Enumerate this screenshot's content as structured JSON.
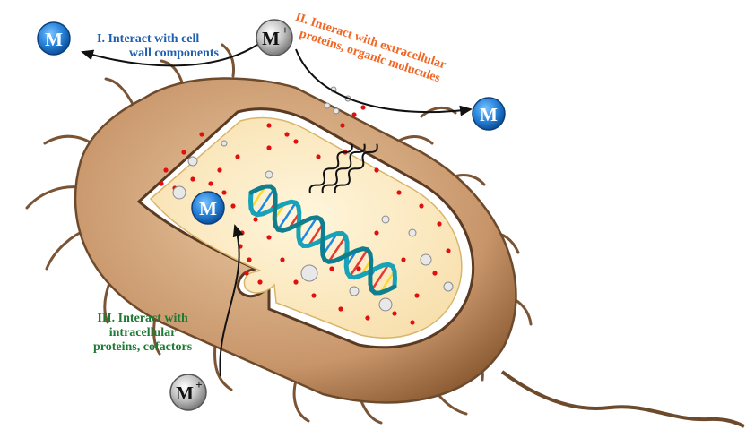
{
  "labels": {
    "step1_line1": "I. Interact with cell",
    "step1_line2": "wall components",
    "step2_line1": "II. Interact with extracellular",
    "step2_line2": "proteins, organic molucules",
    "step3_line1": "III. Interact with",
    "step3_line2": "intracellular",
    "step3_line3": "proteins, cofactors"
  },
  "ions": {
    "metal": "M",
    "cation": "M",
    "cation_charge": "+"
  },
  "colors": {
    "label_blue": "#1f5fb0",
    "label_orange": "#f26522",
    "label_green": "#1e7a33",
    "metal_blue": "#1e7fd0",
    "cation_gray": "#9a9a9a",
    "cell_outer": "#c9976a",
    "cytoplasm": "#fbe6b8",
    "red_particles": "#e01010"
  }
}
